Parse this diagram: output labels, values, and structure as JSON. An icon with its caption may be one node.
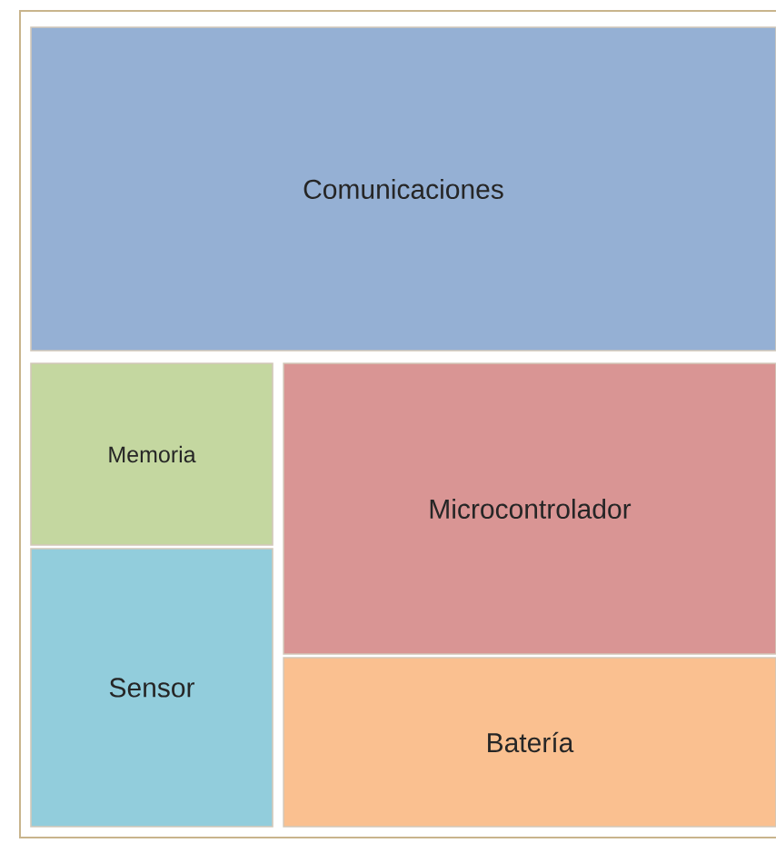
{
  "diagram": {
    "nodes": [
      {
        "text": [
          "Comunicaciones"
        ]
      },
      {
        "text": [
          "Memoria"
        ]
      },
      {
        "text": [
          "Sensor"
        ]
      },
      {
        "text": [
          "Microcontrolador"
        ]
      },
      {
        "text": [
          "Batería"
        ]
      }
    ]
  }
}
